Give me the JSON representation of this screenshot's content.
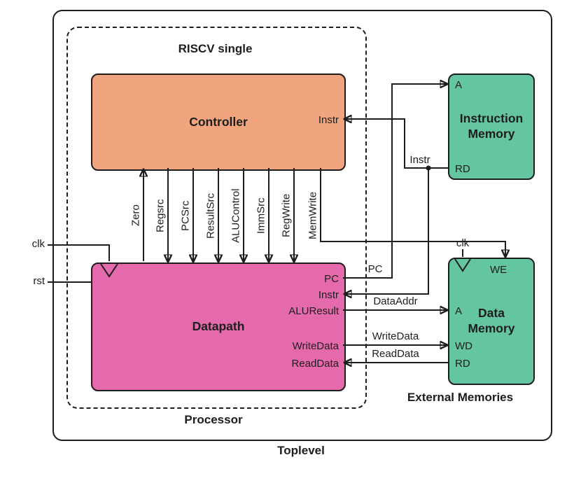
{
  "labels": {
    "toplevel": "Toplevel",
    "processor": "Processor",
    "riscv_single": "RISCV single",
    "external_memories": "External Memories",
    "clk": "clk",
    "rst": "rst",
    "clk_mem": "clk"
  },
  "blocks": {
    "controller": {
      "title": "Controller",
      "port_instr": "Instr"
    },
    "datapath": {
      "title": "Datapath",
      "port_pc": "PC",
      "port_instr": "Instr",
      "port_aluresult": "ALUResult",
      "port_writedata": "WriteData",
      "port_readdata": "ReadData"
    },
    "instruction_memory": {
      "title": "Instruction Memory",
      "port_a": "A",
      "port_rd": "RD"
    },
    "data_memory": {
      "title": "Data Memory",
      "port_we": "WE",
      "port_a": "A",
      "port_wd": "WD",
      "port_rd": "RD"
    }
  },
  "signals": {
    "zero": "Zero",
    "regsrc": "Regsrc",
    "pcsrc": "PCSrc",
    "resultsrc": "ResultSrc",
    "alucontrol": "ALUControl",
    "immsrc": "ImmSrc",
    "regwrite": "RegWrite",
    "memwrite": "MemWrite",
    "pc": "PC",
    "instr": "Instr",
    "dataaddr": "DataAddr",
    "writedata": "WriteData",
    "readdata": "ReadData"
  },
  "colors": {
    "controller_fill": "#f0a57f",
    "datapath_fill": "#e56aab",
    "memory_fill": "#64c5a1",
    "line": "#1d1d1d",
    "background": "#ffffff"
  }
}
